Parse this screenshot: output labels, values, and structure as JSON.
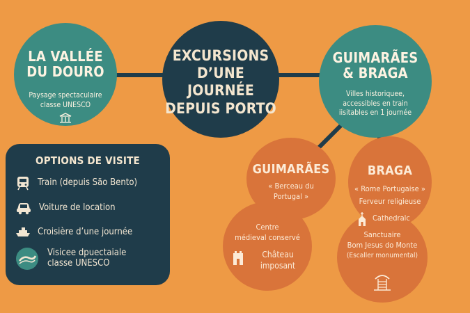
{
  "center": {
    "title_lines": [
      "EXCURSIONS",
      "D’UNE JOURNÉE",
      "DEPUIS PORTO"
    ]
  },
  "douro": {
    "title_lines": [
      "LA VALLÉE",
      "DU DOURO"
    ],
    "desc_lines": [
      "Paysage spectaculaire",
      "classe UNESCO"
    ],
    "icon": "temple-icon"
  },
  "gb": {
    "title_lines": [
      "GUIMARÃES",
      "& BRAGA"
    ],
    "desc_lines": [
      "Villes historiquee,",
      "accessibles en train",
      "iisitables en 1 journée"
    ]
  },
  "options": {
    "title": "OPTIONS DE VISITE",
    "items": [
      {
        "icon": "train-icon",
        "label_lines": [
          "Train (depuis São Bento)"
        ]
      },
      {
        "icon": "car-icon",
        "label_lines": [
          "Voiture de location"
        ]
      },
      {
        "icon": "boat-icon",
        "label_lines": [
          "Croisière d’une journée"
        ]
      },
      {
        "icon": "river-icon",
        "label_lines": [
          "Visicee dpuectaiale",
          "classe UNESCO"
        ]
      }
    ]
  },
  "guimaraes": {
    "title": "GUIMARÃES",
    "desc_lines": [
      "« Berceau du",
      "Portugal »"
    ],
    "lower_lines": [
      "Centre",
      "médieval conservé"
    ],
    "chateau_lines": [
      "Château",
      "imposant"
    ],
    "icon": "castle-icon"
  },
  "braga": {
    "title": "BRAGA",
    "desc_lines": [
      "« Rome Portugaise »",
      "Ferveur religieuse"
    ],
    "cathedral_label": "Cathedralc",
    "lower_lines": [
      "Sanctuaire",
      "Bom Jesus do Monte",
      "(Escaller monumental)"
    ],
    "icons": [
      "church-icon",
      "stairway-icon"
    ]
  },
  "colors": {
    "background": "#EE9A45",
    "dark": "#1F3C4A",
    "teal": "#3C8C82",
    "orange": "#D9743A"
  }
}
